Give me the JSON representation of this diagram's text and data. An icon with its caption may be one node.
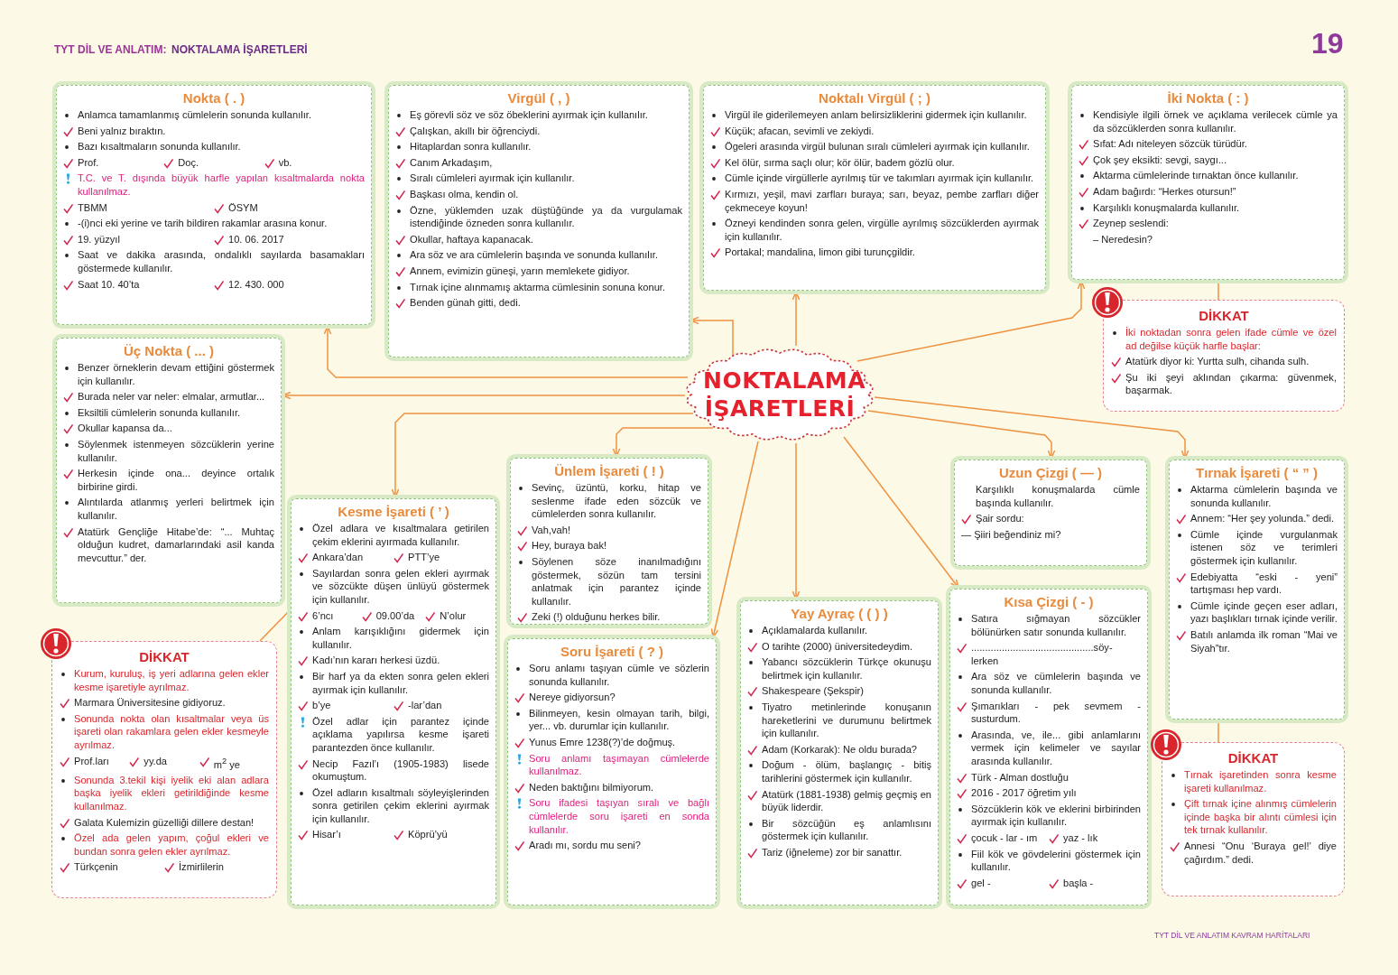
{
  "diagram": {
    "nodes": [
      {
        "text": [
          "NOKTALAMA İŞARETLERİ"
        ]
      },
      {
        "text": [
          "Nokta ( . )",
          "Anlamca tamamlanmış cümlelerin sonunda kullanılır.",
          "Beni yalnız bıraktın.",
          "Bazı kısaltmaların sonunda kullanılır.",
          "Prof.",
          "Doç.",
          "vb.",
          "T.C. ve T. dışında büyük harfle yapılan kısaltmalarda nokta kullanılmaz.",
          "TBMM",
          "ÖSYM",
          "-(i)nci eki yerine ve tarih bildiren rakamlar arasına konur.",
          "19. yüzyıl",
          "10. 06. 2017",
          "Saat ve dakika arasında, ondalıklı sayılarda basamakları göstermede kullanılır.",
          "Saat 10. 40’ta",
          "12. 430. 000"
        ]
      },
      {
        "text": [
          "Virgül ( , )",
          "Eş görevli söz ve söz öbeklerini ayırmak için kullanılır.",
          "Çalışkan, akıllı bir öğrenciydi.",
          "Hitaplardan sonra kullanılır.",
          "Canım Arkadaşım,",
          "Sıralı cümleleri ayırmak için kullanılır.",
          "Başkası olma, kendin ol.",
          "Özne, yüklemden uzak düştüğünde ya da vurgulamak istendiğinde özneden sonra kullanılır.",
          "Okullar, haftaya kapanacak.",
          "Ara söz ve ara cümlelerin başında ve sonunda kullanılır.",
          "Annem, evimizin güneşi, yarın memlekete gidiyor.",
          "Tırnak içine alınmamış aktarma cümlesinin sonuna konur.",
          "Benden günah gitti, dedi."
        ]
      },
      {
        "text": [
          "Noktalı Virgül ( ; )",
          "Virgül ile giderilemeyen anlam belirsizliklerini gidermek için kullanılır.",
          "Küçük; afacan, sevimli ve zekiydi.",
          "Ögeleri arasında virgül bulunan sıralı cümleleri ayırmak için kullanılır.",
          "Kel ölür, sırma saçlı olur; kör ölür, badem gözlü olur.",
          "Cümle içinde virgüllerle ayrılmış tür ve takımları ayırmak için kullanılır.",
          "Kırmızı, yeşil, mavi zarfları buraya; sarı, beyaz, pembe zarfları diğer çekmeceye koyun!",
          "Özneyi kendinden sonra gelen, virgülle ayrılmış sözcüklerden ayırmak için kullanılır.",
          "Portakal; mandalina, limon gibi turunçgildir."
        ]
      },
      {
        "text": [
          "İki Nokta ( : )",
          "Kendisiyle ilgili örnek ve açıklama verilecek cümle ya da sözcüklerden sonra kullanılır.",
          "Sıfat: Adı niteleyen sözcük türüdür.",
          "Çok şey eksikti: sevgi, saygı...",
          "Aktarma cümlelerinde tırnaktan önce kullanılır.",
          "Adam bağırdı: “Herkes otursun!”",
          "Karşılıklı konuşmalarda kullanılır.",
          "Zeynep seslendi:",
          "– Neredesin?"
        ]
      },
      {
        "text": [
          "DİKKAT",
          "İki noktadan sonra gelen ifade cümle ve özel ad değilse küçük harfle başlar:",
          "Atatürk diyor ki: Yurtta sulh, cihanda sulh.",
          "Şu iki şeyi aklından çıkarma: güvenmek, başarmak."
        ]
      },
      {
        "text": [
          "Üç Nokta ( ... )",
          "Benzer örneklerin devam ettiğini göstermek için kullanılır.",
          "Burada neler var neler: elmalar, armutlar...",
          "Eksiltili cümlelerin sonunda kullanılır.",
          "Okullar kapansa da...",
          "Söylenmek istenmeyen sözcüklerin yerine kullanılır.",
          "Herkesin içinde ona... deyince ortalık birbirine girdi.",
          "Alıntılarda atlanmış yerleri belirtmek için kullanılır.",
          "Atatürk Gençliğe Hitabe’de: “... Muhtaç olduğun kudret, damarlarındaki asil kanda mevcuttur.” der."
        ]
      },
      {
        "text": [
          "Kesme İşareti ( ’ )",
          "Özel adlara ve kısaltmalara getirilen çekim eklerini ayırmada kullanılır.",
          "Ankara’dan",
          "PTT’ye",
          "Sayılardan sonra gelen ekleri ayırmak ve sözcükte düşen ünlüyü göstermek için kullanılır.",
          "6’ncı",
          "09.00’da",
          "N’olur",
          "Anlam karışıklığını gidermek için kullanılır.",
          "Kadı’nın kararı herkesi üzdü.",
          "Bir harf ya da ekten sonra gelen ekleri ayırmak için kullanılır.",
          "b’ye",
          "-lar’dan",
          "Özel adlar için parantez içinde açıklama yapılırsa kesme işareti parantezden önce kullanılır.",
          "Necip Fazıl’ı (1905-1983) lisede okumuştum.",
          "Özel adların kısaltmalı söyleyişlerinden sonra getirilen çekim eklerini ayırmak için kullanılır.",
          "Hisar’ı",
          "Köprü’yü"
        ]
      },
      {
        "text": [
          "DİKKAT",
          "Kurum, kuruluş, iş yeri adlarına gelen ekler kesme işaretiyle ayrılmaz.",
          "Marmara Üniversitesine gidiyoruz.",
          "Sonunda nokta olan kısaltmalar veya üs işareti olan rakamlara gelen ekler kesmeyle ayrılmaz.",
          "Prof.ları",
          "yy.da",
          "m$^{2}$ ye",
          "Sonunda 3.tekil kişi iyelik eki alan adlara başka iyelik ekleri getirildiğinde kesme kullanılmaz.",
          "Galata Kulemizin güzelliği dillere destan!",
          "Özel ada gelen yapım, çoğul ekleri ve bundan sonra gelen ekler ayrılmaz.",
          "Türkçenin",
          "İzmirlilerin"
        ]
      },
      {
        "text": [
          "Ünlem İşareti ( ! )",
          "Sevinç, üzüntü, korku, hitap ve seslenme ifade eden sözcük ve cümlelerden sonra kullanılır.",
          "Vah,vah!",
          "Hey, buraya bak!",
          "Söylenen söze inanılmadığını göstermek, sözün tam tersini anlatmak için parantez içinde kullanılır.",
          "Zeki (!) olduğunu herkes bilir."
        ]
      },
      {
        "text": [
          "Soru İşareti ( ? )",
          "Soru anlamı taşıyan cümle ve sözlerin sonunda kullanılır.",
          "Nereye gidiyorsun?",
          "Bilinmeyen, kesin olmayan tarih, bilgi, yer... vb. durumlar için kullanılır.",
          "Yunus Emre 1238(?)’de doğmuş.",
          "Soru anlamı taşımayan cümlelerde kullanılmaz.",
          "Neden baktığını bilmiyorum.",
          "Soru ifadesi taşıyan sıralı ve bağlı cümlelerde soru işareti en sonda kullanılır.",
          "Aradı mı, sordu mu seni?"
        ]
      },
      {
        "text": [
          "Yay Ayraç ( ( ) )",
          "Açıklamalarda kullanılır.",
          "O tarihte (2000) üniversitedeydim.",
          "Yabancı sözcüklerin Türkçe okunuşu belirtmek için kullanılır.",
          "Shakespeare (Şekspir)",
          "Tiyatro metinlerinde konuşanın hareketlerini ve durumunu belirtmek için kullanılır.",
          "Adam (Korkarak): Ne oldu burada?",
          "Doğum - ölüm, başlangıç - bitiş tarihlerini göstermek için kullanılır.",
          "Atatürk (1881-1938) gelmiş geçmiş en büyük liderdir.",
          "Bir sözcüğün eş anlamlısını göstermek için kullanılır.",
          "Tariz (iğneleme) zor bir sanattır."
        ]
      },
      {
        "text": [
          "Uzun Çizgi ( — )",
          "Karşılıklı konuşmalarda cümle başında kullanılır.",
          "Şair sordu:",
          "— Şiiri beğendiniz mi?"
        ]
      },
      {
        "text": [
          "Kısa Çizgi ( - )",
          "Satıra sığmayan sözcükler bölünürken satır sonunda kullanılır.",
          "............................................söy- lerken",
          "Ara söz ve cümlelerin başında ve sonunda kullanılır.",
          "Şımarıkları - pek sevmem - susturdum.",
          "Arasında, ve, ile... gibi anlamlarını vermek için kelimeler ve sayılar arasında kullanılır.",
          "Türk - Alman dostluğu",
          "2016 - 2017 öğretim yılı",
          "Sözcüklerin kök ve eklerini birbirinden ayırmak için kullanılır.",
          "çocuk - lar - ım",
          "yaz - lık",
          "Fiil kök ve gövdelerini göstermek için kullanılır.",
          "gel -",
          "başla -"
        ]
      },
      {
        "text": [
          "Tırnak İşareti ( “ ” )",
          "Aktarma cümlelerin başında ve sonunda kullanılır.",
          "Annem: “Her şey yolunda.” dedi.",
          "Cümle içinde vurgulanmak istenen söz ve terimleri göstermek için kullanılır.",
          "Edebiyatta “eski - yeni” tartışması hep vardı.",
          "Cümle içinde geçen eser adları, yazı başlıkları tırnak içinde verilir.",
          "Batılı anlamda ilk roman “Mai ve Siyah”tır."
        ]
      },
      {
        "text": [
          "DİKKAT",
          "Tırnak işaretinden sonra kesme işareti kullanılmaz.",
          "Çift tırnak içine alınmış cümlelerin içinde başka bir alıntı cümlesi için tek tırnak kullanılır.",
          "Annesi “Onu ‘Buraya gel!’ diye çağırdım.” dedi."
        ]
      }
    ],
    "edges": [
      {
        "from": 0,
        "to": 1,
        "arrow": "to"
      },
      {
        "from": 0,
        "to": 2,
        "arrow": "to"
      },
      {
        "from": 0,
        "to": 3,
        "arrow": "to"
      },
      {
        "from": 0,
        "to": 4,
        "arrow": "to"
      },
      {
        "from": 0,
        "to": 6,
        "arrow": "to"
      },
      {
        "from": 0,
        "to": 7,
        "arrow": "to"
      },
      {
        "from": 0,
        "to": 9,
        "arrow": "to"
      },
      {
        "from": 0,
        "to": 10,
        "arrow": "to"
      },
      {
        "from": 0,
        "to": 11,
        "arrow": "to"
      },
      {
        "from": 0,
        "to": 13,
        "arrow": "to"
      },
      {
        "from": 0,
        "to": 12,
        "arrow": "to"
      },
      {
        "from": 0,
        "to": 14,
        "arrow": "to"
      },
      {
        "from": 7,
        "to": 8,
        "arrow": "none"
      },
      {
        "from": 4,
        "to": 5,
        "arrow": "none"
      },
      {
        "from": 14,
        "to": 15,
        "arrow": "none"
      }
    ],
    "labels": [
      "TYT DİL VE ANLATIM:",
      "NOKTALAMA İŞARETLERİ",
      "19",
      "TYT DİL VE ANLATIM KAVRAM HARİTALARI"
    ]
  }
}
